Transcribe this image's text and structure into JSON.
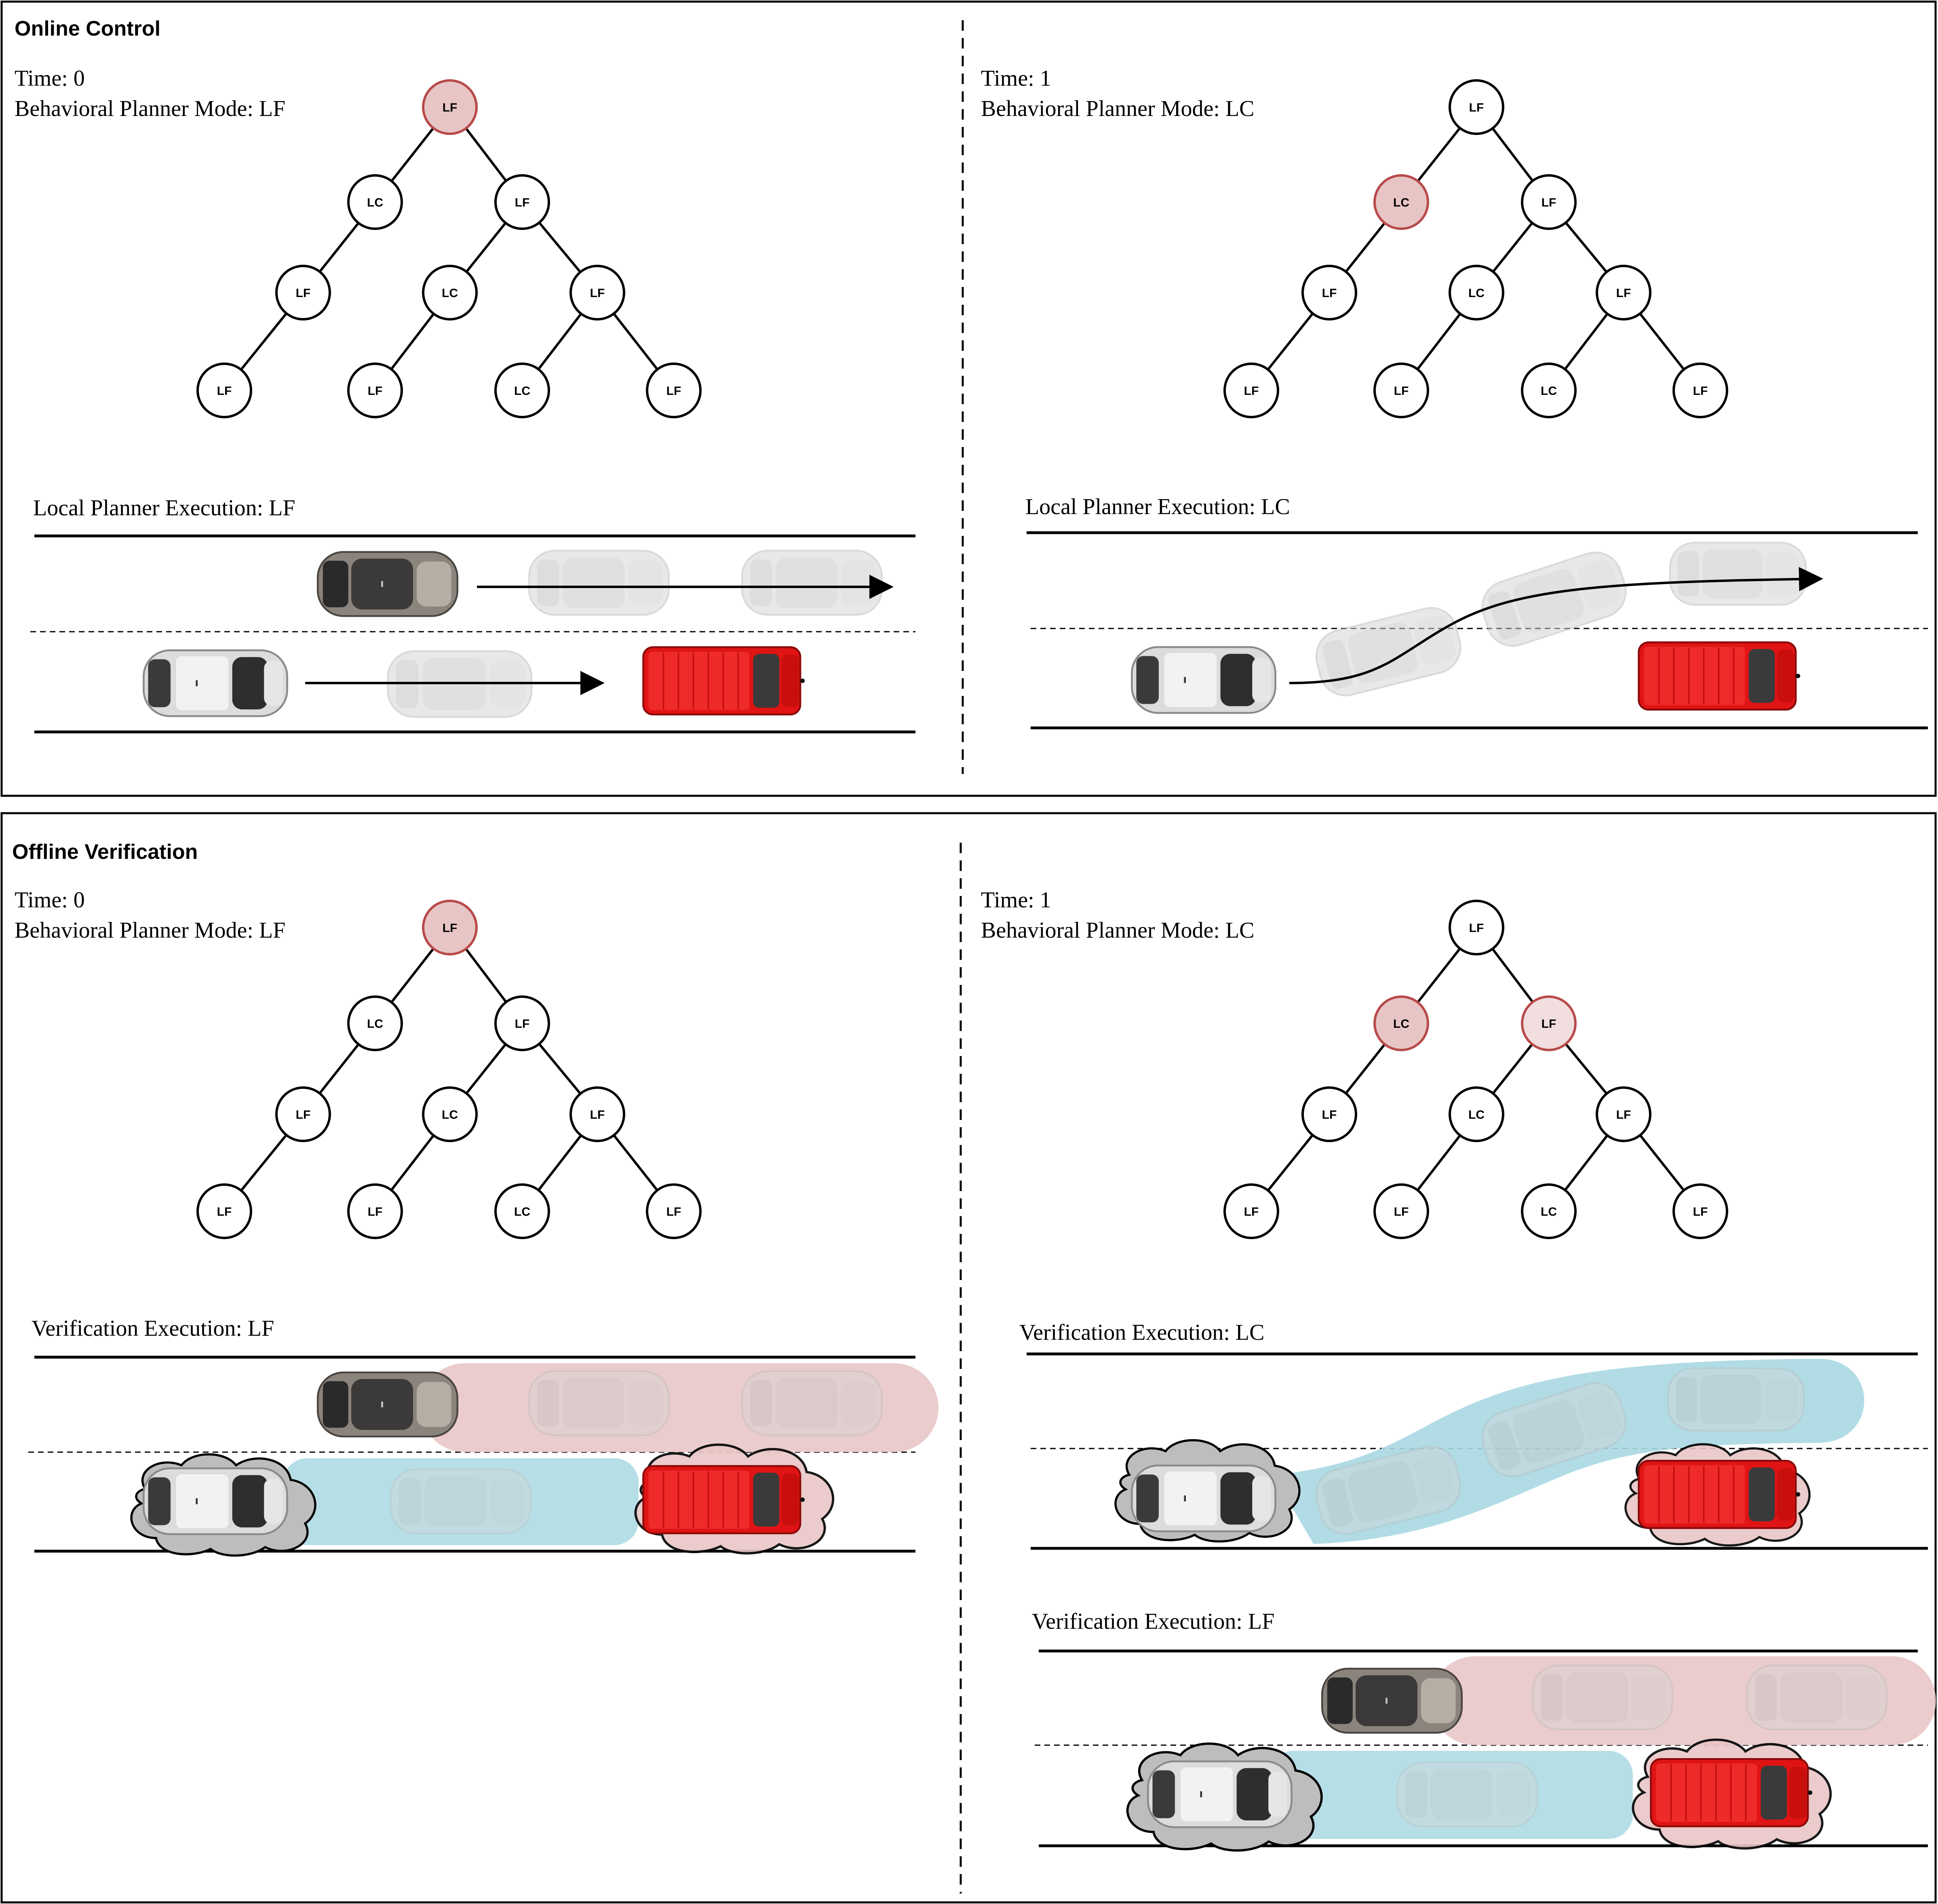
{
  "online": {
    "title": "Online Control",
    "left": {
      "time": "Time: 0",
      "mode": "Behavioral Planner Mode: LF",
      "exec": "Local Planner Execution: LF",
      "tree": {
        "root": "LF",
        "l1": [
          "LC",
          "LF"
        ],
        "l2": [
          "LF",
          "LC",
          "LF"
        ],
        "l3": [
          "LF",
          "LF",
          "LC",
          "LF"
        ],
        "active": [
          "root"
        ]
      }
    },
    "right": {
      "time": "Time: 1",
      "mode": "Behavioral Planner Mode: LC",
      "exec": "Local Planner Execution: LC",
      "tree": {
        "root": "LF",
        "l1": [
          "LC",
          "LF"
        ],
        "l2": [
          "LF",
          "LC",
          "LF"
        ],
        "l3": [
          "LF",
          "LF",
          "LC",
          "LF"
        ],
        "active": [
          "l1-0"
        ]
      }
    }
  },
  "offline": {
    "title": "Offline Verification",
    "left": {
      "time": "Time: 0",
      "mode": "Behavioral Planner Mode: LF",
      "exec": "Verification Execution: LF",
      "tree": {
        "root": "LF",
        "l1": [
          "LC",
          "LF"
        ],
        "l2": [
          "LF",
          "LC",
          "LF"
        ],
        "l3": [
          "LF",
          "LF",
          "LC",
          "LF"
        ],
        "active": [
          "root"
        ]
      }
    },
    "right": {
      "time": "Time: 1",
      "mode": "Behavioral Planner Mode: LC",
      "exec_lc": "Verification Execution: LC",
      "exec_lf": "Verification Execution: LF",
      "tree": {
        "root": "LF",
        "l1": [
          "LC",
          "LF"
        ],
        "l2": [
          "LF",
          "LC",
          "LF"
        ],
        "l3": [
          "LF",
          "LF",
          "LC",
          "LF"
        ],
        "active": [
          "l1-0",
          "l1-1"
        ]
      }
    }
  },
  "colors": {
    "active_node_fill": "#e8c5c5",
    "active_node_stroke": "#b84a4a",
    "reach_red": "#e9c6c6",
    "reach_blue": "#a9d8e2",
    "cloud_gray": "#bdbdbd",
    "car_red": "#e01414",
    "car_silver": "#d8d8d8",
    "car_dark": "#6a6560"
  }
}
